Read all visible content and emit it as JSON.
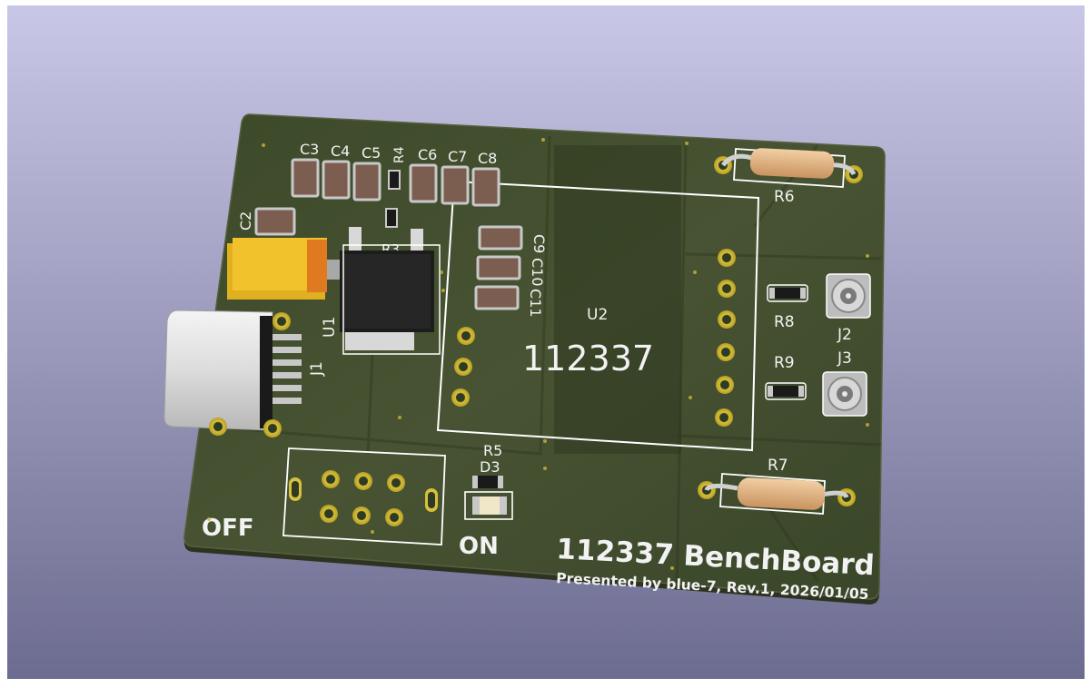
{
  "board": {
    "title": "112337 BenchBoard",
    "subtitle": "Presented by blue-7, Rev.1, 2026/01/05",
    "chip_text": "112337",
    "switch_off": "OFF",
    "switch_on": "ON"
  },
  "refs": {
    "c3": "C3",
    "c4": "C4",
    "c5": "C5",
    "r4": "R4",
    "c6": "C6",
    "c7": "C7",
    "c8": "C8",
    "c2": "C2",
    "r3": "R3",
    "c9": "C9",
    "c10": "C10",
    "c11": "C11",
    "u1": "U1",
    "u2": "U2",
    "j1": "J1",
    "j2": "J2",
    "j3": "J3",
    "r5": "R5",
    "r6": "R6",
    "r7": "R7",
    "r8": "R8",
    "r9": "R9",
    "d3": "D3"
  },
  "colors": {
    "background_top": "#c8c6e6",
    "background_bottom": "#6f6f93",
    "pcb": "#3e4a2b",
    "silkscreen": "#f2f2f2",
    "pad_gold": "#d9c23a",
    "resistor_body": "#e6b88a",
    "tantalum": "#e0b020"
  }
}
